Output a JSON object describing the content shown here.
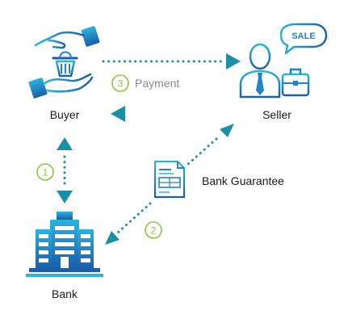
{
  "labels": {
    "buyer": "Buyer",
    "seller": "Seller",
    "bank": "Bank",
    "payment": "Payment",
    "bank_guarantee": "Bank Guarantee",
    "sale_badge": "SALE"
  },
  "steps": [
    "1",
    "2",
    "3"
  ],
  "icons": {
    "buyer": "hands-basket-icon",
    "seller": "businessman-briefcase-icon",
    "bank": "bank-building-icon",
    "document": "document-icon"
  },
  "colors": {
    "primary_blue": "#1e86c8",
    "dark_blue": "#1b5fa8",
    "cyan": "#2bb3e0",
    "teal": "#1c8fa6",
    "step_green": "#8dc63f",
    "label_gray": "#8a8a8a",
    "text": "#1a1a1a"
  }
}
